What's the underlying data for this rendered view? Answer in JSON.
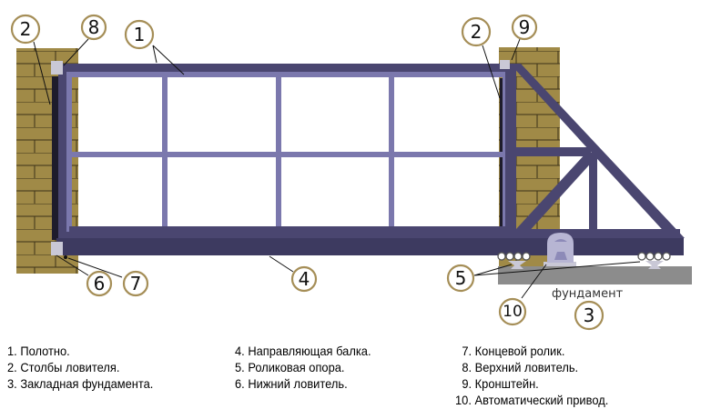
{
  "diagram": {
    "title_labels": {
      "foundation": "фундамент"
    },
    "callouts": {
      "c1": "1",
      "c2_left": "2",
      "c2_right": "2",
      "c3": "3",
      "c4": "4",
      "c5": "5",
      "c6": "6",
      "c7": "7",
      "c8": "8",
      "c9": "9",
      "c10": "10"
    },
    "colors": {
      "brick": "#a08a47",
      "frame_dark": "#4a4670",
      "frame_light": "#7b78ad",
      "foundation": "#8c8c8c",
      "callout_ring": "#a58e57"
    }
  },
  "legend": {
    "col1": [
      "1. Полотно.",
      "2. Столбы ловителя.",
      "3. Закладная фундамента."
    ],
    "col2": [
      "4. Направляющая балка.",
      "5. Роликовая опора.",
      "6. Нижний ловитель."
    ],
    "col3": [
      "7. Концевой ролик.",
      "8. Верхний ловитель.",
      "9. Кронштейн.",
      "10. Автоматический привод."
    ]
  }
}
